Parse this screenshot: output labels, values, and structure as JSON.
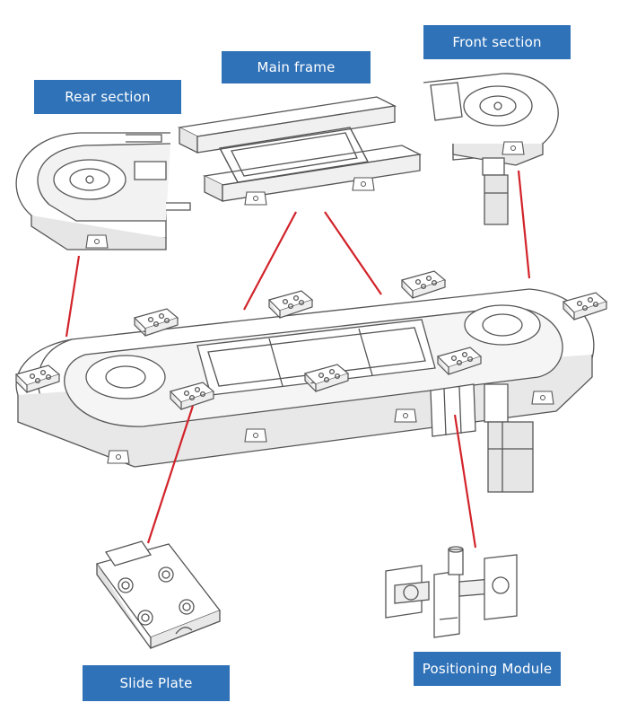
{
  "labels": {
    "rear_section": "Rear section",
    "main_frame": "Main frame",
    "front_section": "Front section",
    "slide_plate": "Slide Plate",
    "positioning_module": "Positioning Module"
  },
  "colors": {
    "label_bg": "#2f72b8",
    "label_text": "#ffffff",
    "leader_line": "#d2232a",
    "drawing_stroke": "#555555",
    "drawing_fill": "#ffffff",
    "drawing_shade": "#e8e8e8"
  }
}
